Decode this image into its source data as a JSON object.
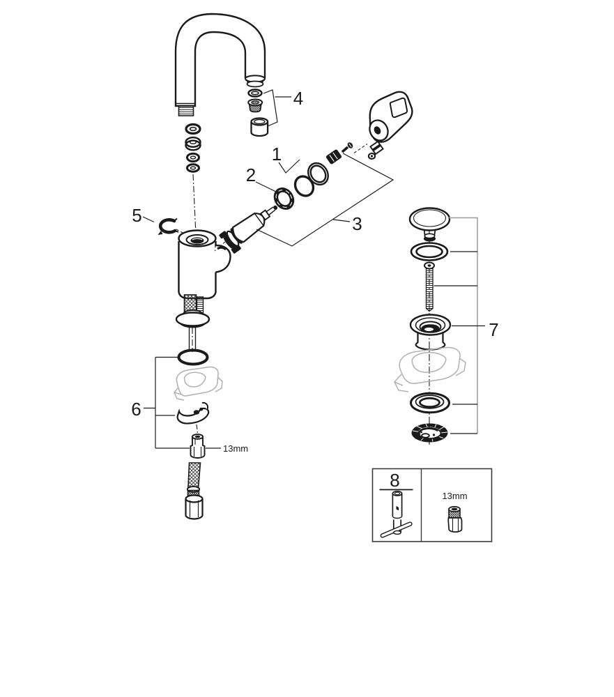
{
  "diagram": {
    "type": "exploded-view-parts-diagram",
    "subject": "single-lever sink mixer tap with pop-up drain assembly",
    "callouts": [
      {
        "label": "1"
      },
      {
        "label": "2"
      },
      {
        "label": "3"
      },
      {
        "label": "4"
      },
      {
        "label": "5"
      },
      {
        "label": "6"
      },
      {
        "label": "7"
      },
      {
        "label": "8"
      }
    ],
    "annotations": {
      "stud_wrench_size": "13mm",
      "tool_socket_size": "13mm"
    },
    "colors": {
      "line": "#1a1a1a",
      "cutaway_gray": "#b0b0b0",
      "bracket_gray": "#999999",
      "background": "#ffffff"
    }
  }
}
